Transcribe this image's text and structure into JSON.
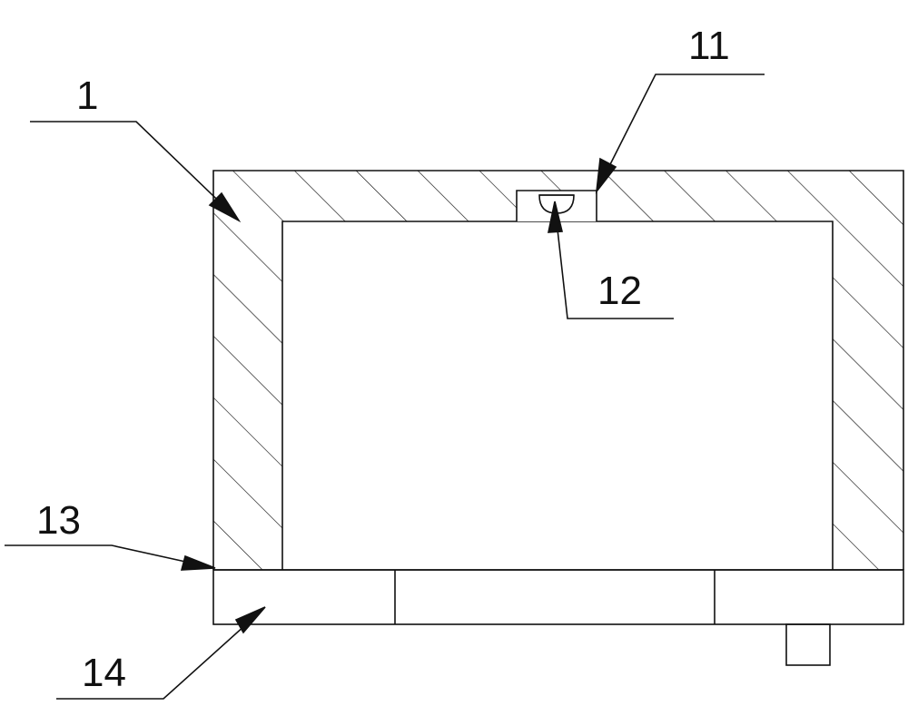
{
  "labels": {
    "housing": "1",
    "slot": "11",
    "lamp": "12",
    "base_plate": "13",
    "base": "14"
  },
  "colors": {
    "line": "#111111",
    "background": "#ffffff"
  }
}
